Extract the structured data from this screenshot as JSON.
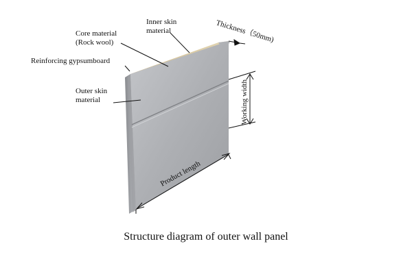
{
  "labels": {
    "inner_skin": [
      "Inner skin",
      "material"
    ],
    "core": [
      "Core material",
      "(Rock wool)"
    ],
    "reinforcing": "Reinforcing gypsumboard",
    "outer_skin": [
      "Outer skin",
      "material"
    ]
  },
  "dimensions": {
    "thickness": "Thickness（50mm)",
    "working_width": "Working width",
    "product_length": "Product length"
  },
  "caption": "Structure diagram of outer wall panel",
  "colors": {
    "panel_face": "#a7a9ad",
    "panel_face_light": "#c3c5c9",
    "core": "#d9c9a3",
    "line": "#111111"
  }
}
